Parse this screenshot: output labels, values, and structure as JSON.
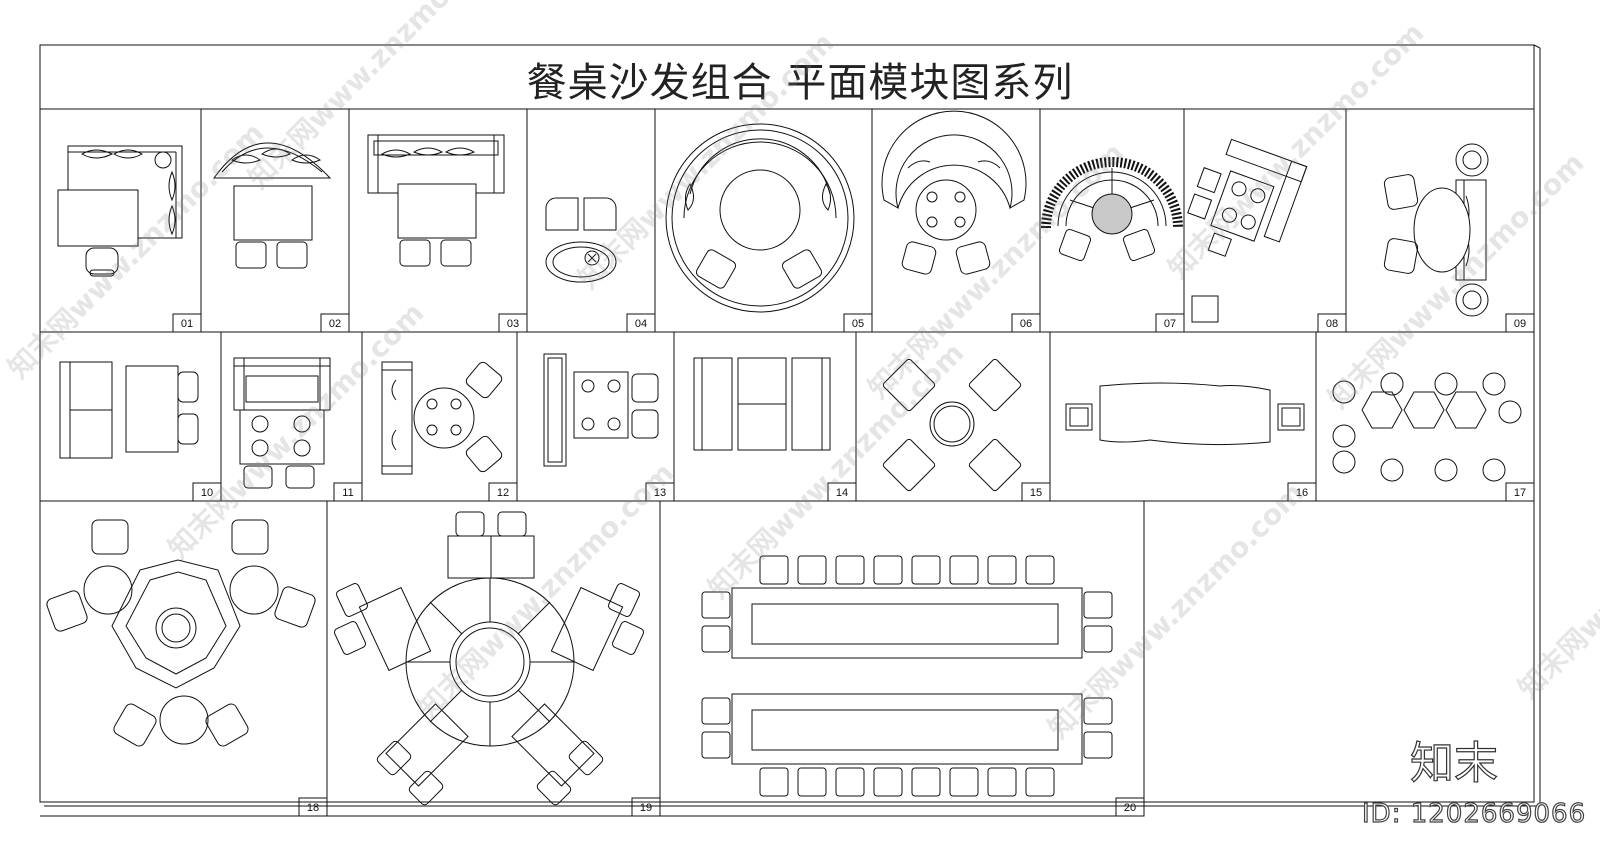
{
  "title": "餐桌沙发组合    平面模块图系列",
  "modules": [
    {
      "number": "01"
    },
    {
      "number": "02"
    },
    {
      "number": "03"
    },
    {
      "number": "04"
    },
    {
      "number": "05"
    },
    {
      "number": "06"
    },
    {
      "number": "07"
    },
    {
      "number": "08"
    },
    {
      "number": "09"
    },
    {
      "number": "10"
    },
    {
      "number": "11"
    },
    {
      "number": "12"
    },
    {
      "number": "13"
    },
    {
      "number": "14"
    },
    {
      "number": "15"
    },
    {
      "number": "16"
    },
    {
      "number": "17"
    },
    {
      "number": "18"
    },
    {
      "number": "19"
    },
    {
      "number": "20"
    }
  ],
  "watermark": {
    "site": "www.znzmo.com",
    "brand": "知末网"
  },
  "logo": "知末",
  "image_id": "ID: 1202669066"
}
